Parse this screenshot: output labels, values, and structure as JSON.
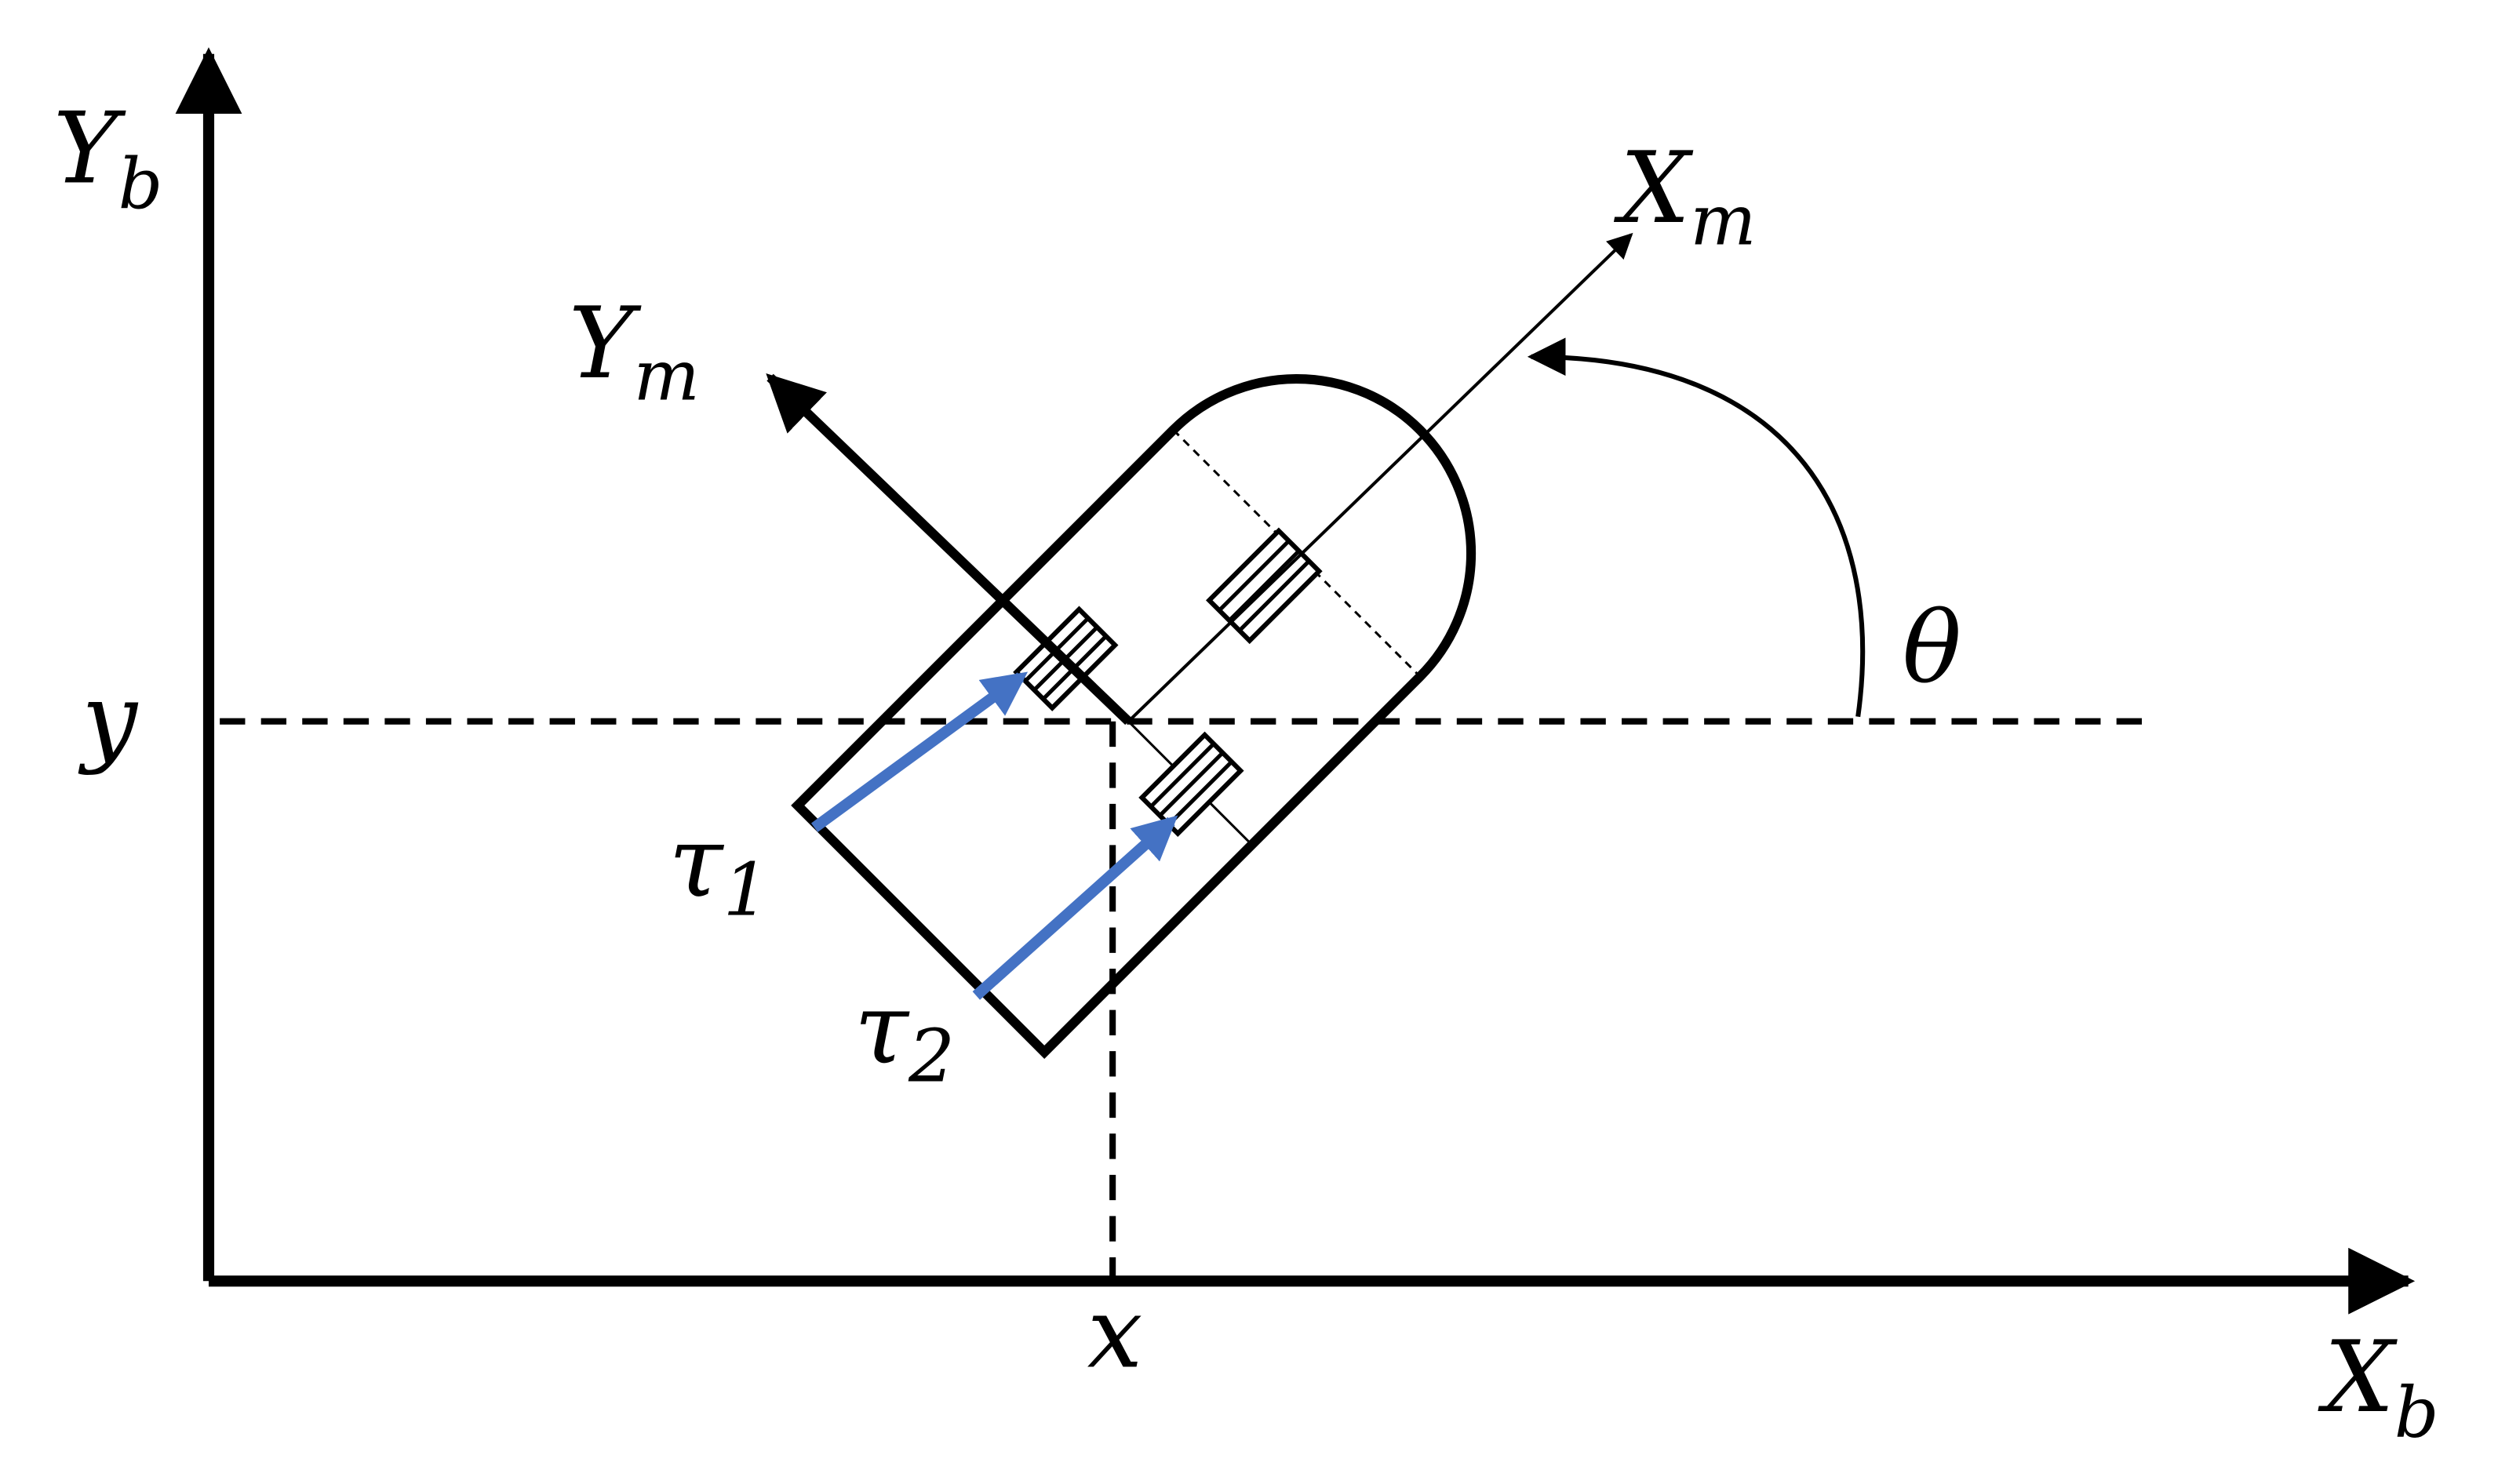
{
  "axes": {
    "x_axis_base": "X",
    "x_axis_sub": "b",
    "y_axis_base": "Y",
    "y_axis_sub": "b"
  },
  "robot_frame": {
    "x_axis_base": "X",
    "x_axis_sub": "m",
    "y_axis_base": "Y",
    "y_axis_sub": "m"
  },
  "position": {
    "x": "x",
    "y": "y"
  },
  "angle": "θ",
  "torques": [
    {
      "base": "τ",
      "sub": "1"
    },
    {
      "base": "τ",
      "sub": "2"
    }
  ],
  "colors": {
    "line": "#000000",
    "torque_arrow": "#4472C4"
  }
}
